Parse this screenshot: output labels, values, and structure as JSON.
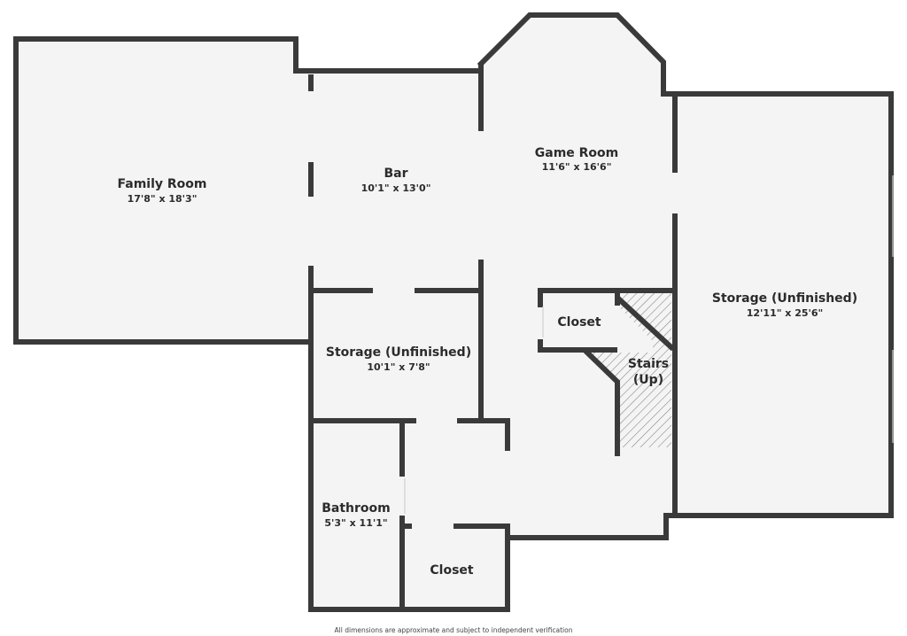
{
  "rooms": {
    "family_room": {
      "name": "Family Room",
      "dimensions": "17'8\" x 18'3\""
    },
    "bar": {
      "name": "Bar",
      "dimensions": "10'1\" x 13'0\""
    },
    "game_room": {
      "name": "Game Room",
      "dimensions": "11'6\" x 16'6\""
    },
    "storage_right": {
      "name": "Storage (Unfinished)",
      "dimensions": "12'11\" x 25'6\""
    },
    "storage_middle": {
      "name": "Storage (Unfinished)",
      "dimensions": "10'1\" x 7'8\""
    },
    "closet_upper": {
      "name": "Closet"
    },
    "stairs": {
      "name_line1": "Stairs",
      "name_line2": "(Up)"
    },
    "bathroom": {
      "name": "Bathroom",
      "dimensions": "5'3\" x 11'1\""
    },
    "closet_lower": {
      "name": "Closet"
    }
  },
  "footer": {
    "disclaimer": "All dimensions are approximate and subject to independent verification"
  },
  "colors": {
    "wall": "#3a3a3a",
    "floor": "#f4f4f4",
    "background": "#ffffff",
    "text": "#2b2b2b"
  }
}
